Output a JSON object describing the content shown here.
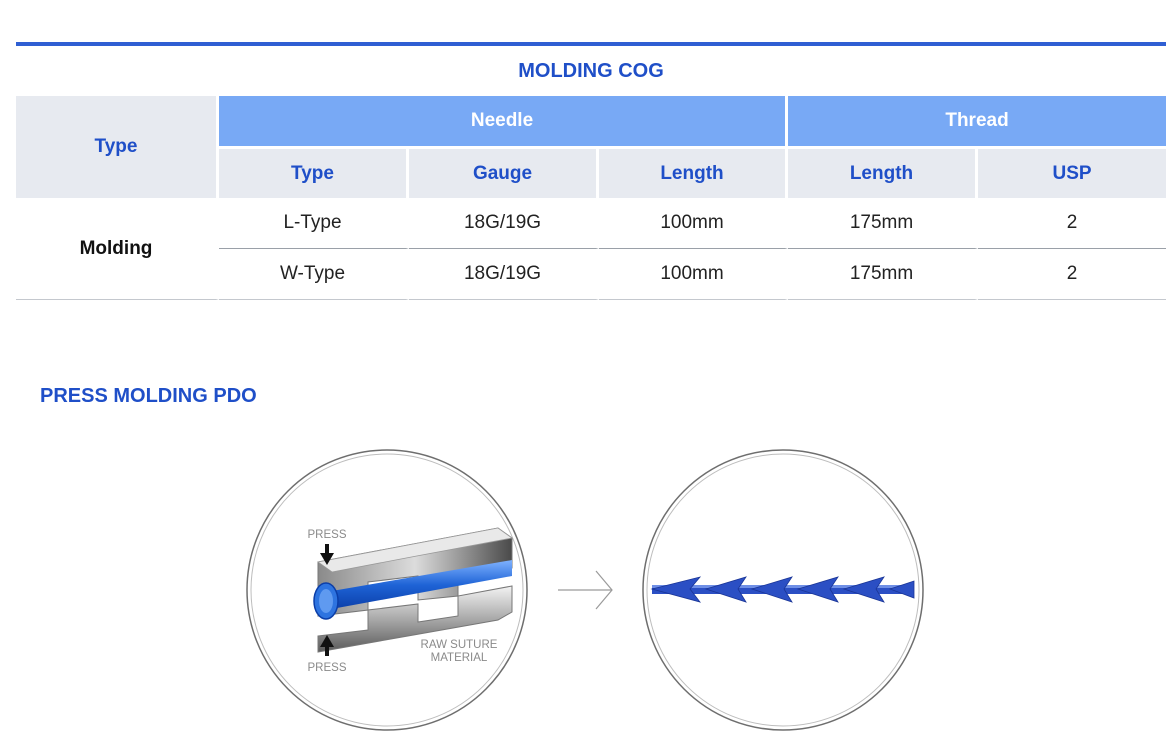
{
  "table": {
    "caption": "MOLDING COG",
    "type_header": "Type",
    "needle_header": "Needle",
    "thread_header": "Thread",
    "sub_headers": [
      "Type",
      "Gauge",
      "Length",
      "Length",
      "USP"
    ],
    "product": "Molding",
    "rows": [
      {
        "needle_type": "L-Type",
        "gauge": "18G/19G",
        "needle_length": "100mm",
        "thread_length": "175mm",
        "usp": "2"
      },
      {
        "needle_type": "W-Type",
        "gauge": "18G/19G",
        "needle_length": "100mm",
        "thread_length": "175mm",
        "usp": "2"
      }
    ]
  },
  "press_section": {
    "title": "PRESS MOLDING PDO",
    "label_press_top": "PRESS",
    "label_press_bottom": "PRESS",
    "label_material_line1": "RAW SUTURE",
    "label_material_line2": "MATERIAL"
  },
  "colors": {
    "accent_blue": "#1f4fc8",
    "header_blue": "#78a9f5",
    "header_gray": "#e7eaf0",
    "thread_blue": "#2b4fc4"
  }
}
